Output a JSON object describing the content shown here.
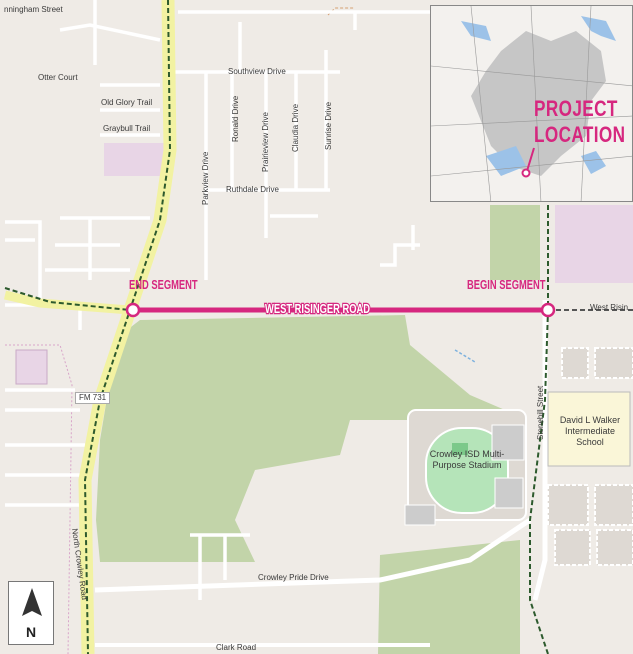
{
  "project": {
    "road_name": "WEST RISINGER ROAD",
    "begin_label": "BEGIN SEGMENT",
    "end_label": "END SEGMENT",
    "highlight_color": "#d6277f"
  },
  "streets": {
    "cunningham": "nningham Street",
    "southview": "Southview Drive",
    "otter": "Otter Court",
    "old_glory": "Old Glory Trail",
    "graybull": "Graybull Trail",
    "ronald": "Ronald Drive",
    "prairieview": "Prairieview Drive",
    "claudia": "Claudia Drive",
    "sunrise": "Sunrise Drive",
    "parkview": "Parkview Drive",
    "ruthdale": "Ruthdale Drive",
    "west_risinger_east": "West Risin",
    "fm731": "FM 731",
    "stonehill": "Stonehill Street",
    "north_crowley": "North Crowley Road",
    "crowley_pride": "Crowley Pride Drive",
    "clark": "Clark Road"
  },
  "places": {
    "school": "David L Walker Intermediate School",
    "stadium": "Crowley ISD Multi-Purpose Stadium"
  },
  "inset": {
    "label_line1": "PROJECT",
    "label_line2": "LOCATION"
  },
  "north_arrow": {
    "label": "N",
    "icon": "north-arrow-icon"
  },
  "colors": {
    "land": "#efebe6",
    "park": "#c2d4a9",
    "highway": "#f2f2a2",
    "railroad": "#2d5a2d",
    "water": "#9cc2e8",
    "pink_area": "#e8d5e6"
  }
}
